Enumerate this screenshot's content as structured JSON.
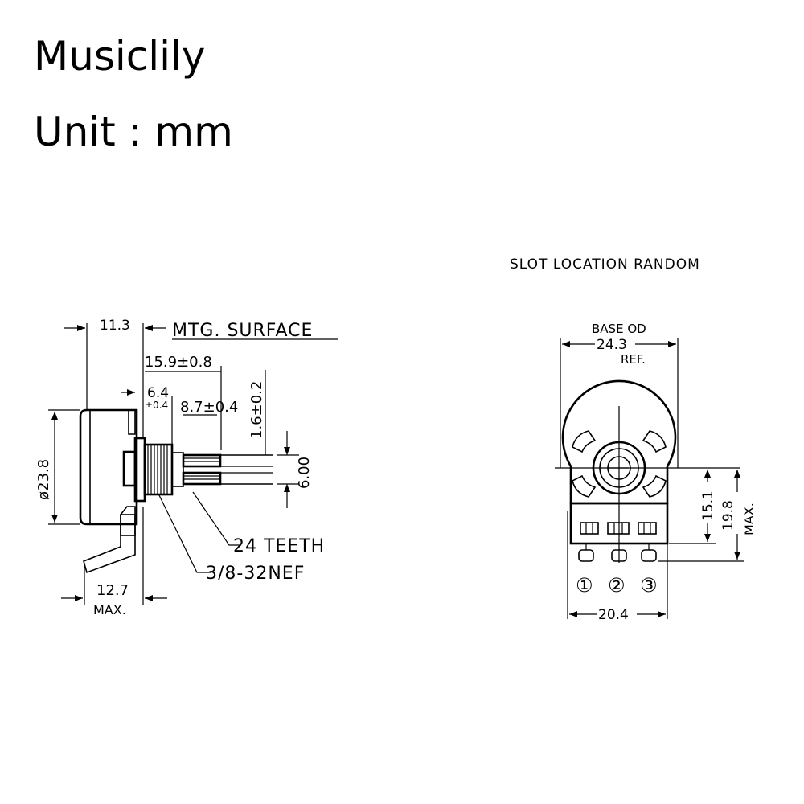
{
  "header": {
    "brand": "Musiclily",
    "unit": "Unit : mm"
  },
  "side_view": {
    "dim_11_3": "11.3",
    "mtg_surface": "MTG. SURFACE",
    "dim_15_9": "15.9±0.8",
    "dim_6_4": "6.4",
    "dim_6_4_tol": "±0.4",
    "dim_8_7": "8.7±0.4",
    "dim_1_6": "1.6±0.2",
    "dim_6_00": "6.00",
    "dim_23_8": "ø23.8",
    "teeth": "24 TEETH",
    "thread": "3/8-32NEF",
    "dim_12_7": "12.7",
    "dim_12_7_max": "MAX."
  },
  "front_view": {
    "slot_note": "SLOT LOCATION RANDOM",
    "base_od": "BASE OD",
    "dim_24_3": "24.3",
    "ref": "REF.",
    "dim_15_1": "15.1",
    "dim_19_8": "19.8",
    "max": "MAX.",
    "dim_20_4": "20.4",
    "pin_1": "①",
    "pin_2": "②",
    "pin_3": "③"
  }
}
